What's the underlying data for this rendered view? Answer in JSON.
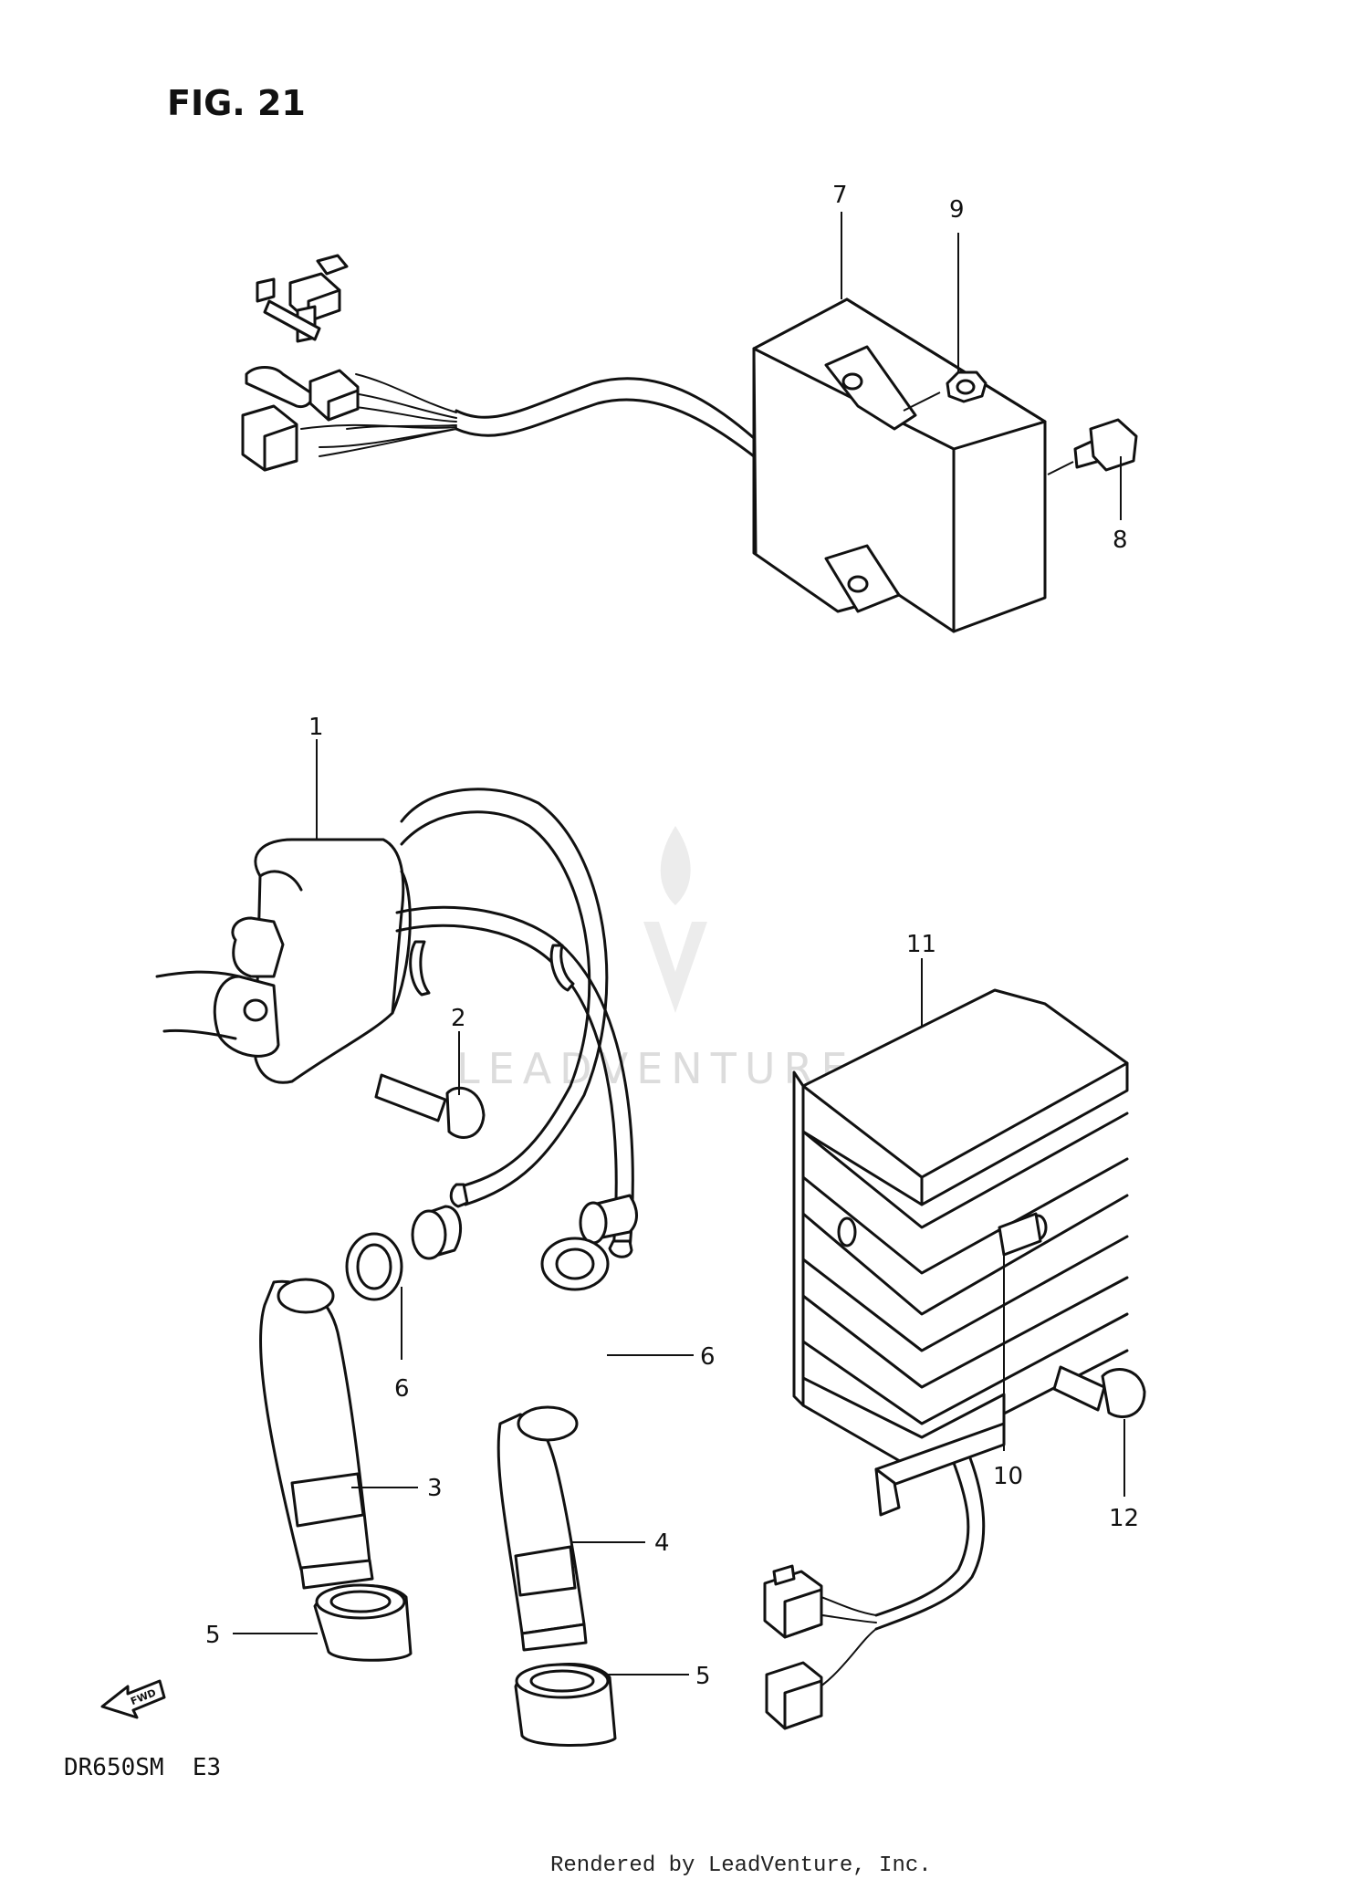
{
  "figure": {
    "title": "FIG. 21",
    "model_code": "DR650SM  E3",
    "footer": "Rendered by LeadVenture, Inc.",
    "watermark": "LEADVENTURE",
    "fwd_label": "FWD"
  },
  "callouts": [
    {
      "id": "c1",
      "text": "1"
    },
    {
      "id": "c2",
      "text": "2"
    },
    {
      "id": "c3",
      "text": "3"
    },
    {
      "id": "c4",
      "text": "4"
    },
    {
      "id": "c5a",
      "text": "5"
    },
    {
      "id": "c5b",
      "text": "5"
    },
    {
      "id": "c6a",
      "text": "6"
    },
    {
      "id": "c6b",
      "text": "6"
    },
    {
      "id": "c7",
      "text": "7"
    },
    {
      "id": "c8",
      "text": "8"
    },
    {
      "id": "c9",
      "text": "9"
    },
    {
      "id": "c10",
      "text": "10"
    },
    {
      "id": "c11",
      "text": "11"
    },
    {
      "id": "c12",
      "text": "12"
    }
  ],
  "icons": {
    "fwd_arrow": "fwd-arrow-icon",
    "watermark_logo": "leadventure-flame-icon"
  }
}
